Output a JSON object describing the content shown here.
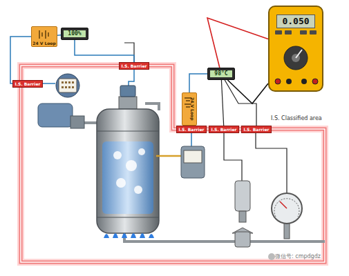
{
  "diagram": {
    "nodes": [
      {
        "text": [
          "24 V Loop"
        ]
      },
      {
        "text": [
          "100%"
        ]
      },
      {
        "text": [
          "I.S. Classified area"
        ]
      },
      {
        "text": [
          "I.S. Barrier"
        ]
      },
      {
        "text": [
          "I.S. Barrier"
        ]
      },
      {
        "text": [
          "24 V Loop"
        ]
      },
      {
        "text": [
          "98°C"
        ]
      },
      {
        "text": [
          "I.S. Barrier"
        ]
      },
      {
        "text": [
          "I.S. Barrier"
        ]
      },
      {
        "text": [
          "I.S. Barrier"
        ]
      },
      {
        "text": [
          "0.050"
        ]
      }
    ],
    "edges": [
      {
        "from": 0,
        "to": 1,
        "arrow": "none"
      },
      {
        "from": 0,
        "to": 3,
        "arrow": "none"
      },
      {
        "from": 1,
        "to": 4,
        "arrow": "none"
      },
      {
        "from": 5,
        "to": 6,
        "arrow": "none"
      },
      {
        "from": 5,
        "to": 7,
        "arrow": "none"
      },
      {
        "from": 6,
        "to": 8,
        "arrow": "none"
      },
      {
        "from": 6,
        "to": 9,
        "arrow": "none"
      },
      {
        "from": 10,
        "to": 6,
        "arrow": "none"
      },
      {
        "from": 10,
        "to": 6,
        "arrow": "none"
      }
    ],
    "labels": [
      "微信号: cmpdgdz"
    ]
  }
}
